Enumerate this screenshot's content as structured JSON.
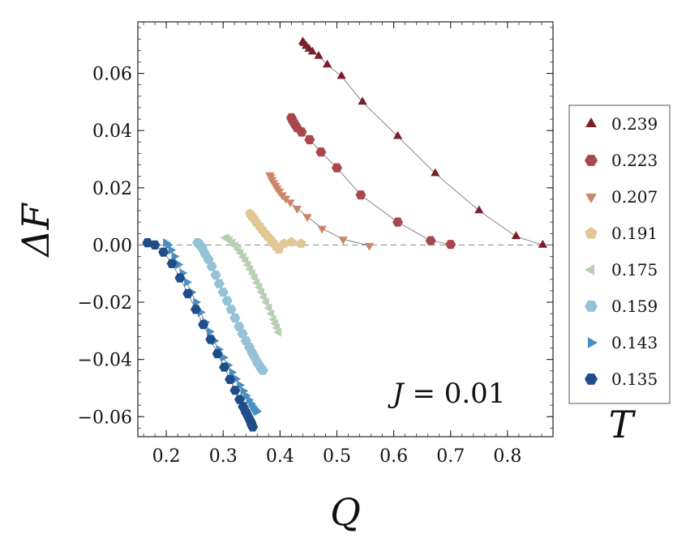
{
  "chart_data": {
    "type": "scatter",
    "title": "",
    "xlabel": "Q",
    "ylabel": "ΔF",
    "xlim": [
      0.15,
      0.88
    ],
    "ylim": [
      -0.067,
      0.078
    ],
    "xticks": [
      0.2,
      0.3,
      0.4,
      0.5,
      0.6,
      0.7,
      0.8
    ],
    "xtick_labels": [
      "0.2",
      "0.3",
      "0.4",
      "0.5",
      "0.6",
      "0.7",
      "0.8"
    ],
    "yticks": [
      -0.06,
      -0.04,
      -0.02,
      0.0,
      0.02,
      0.04,
      0.06
    ],
    "ytick_labels": [
      "−0.06",
      "−0.04",
      "−0.02",
      "0.00",
      "0.02",
      "0.04",
      "0.06"
    ],
    "reference_line": {
      "y": 0.0,
      "style": "dashed"
    },
    "annotation": {
      "symbol": "J",
      "text": " = 0.01",
      "placement": "bottom-right"
    },
    "legend": {
      "title": "T",
      "placement": "right-outside"
    },
    "series": [
      {
        "name": "0.239",
        "marker": "triangle-up",
        "color": "#7a1f2b",
        "x": [
          0.44,
          0.442,
          0.446,
          0.451,
          0.457,
          0.468,
          0.483,
          0.508,
          0.545,
          0.607,
          0.673,
          0.75,
          0.815,
          0.862
        ],
        "y": [
          0.071,
          0.0705,
          0.0695,
          0.0685,
          0.0675,
          0.066,
          0.063,
          0.059,
          0.05,
          0.038,
          0.025,
          0.012,
          0.003,
          0.0
        ]
      },
      {
        "name": "0.223",
        "marker": "hexagon",
        "color": "#a8474d",
        "x": [
          0.42,
          0.421,
          0.423,
          0.426,
          0.43,
          0.438,
          0.452,
          0.472,
          0.5,
          0.542,
          0.607,
          0.665,
          0.7
        ],
        "y": [
          0.0445,
          0.044,
          0.0432,
          0.0422,
          0.041,
          0.0395,
          0.0368,
          0.0325,
          0.027,
          0.0175,
          0.008,
          0.0015,
          0.0002
        ]
      },
      {
        "name": "0.207",
        "marker": "triangle-down",
        "color": "#cc8566",
        "x": [
          0.382,
          0.384,
          0.386,
          0.389,
          0.392,
          0.395,
          0.399,
          0.404,
          0.41,
          0.418,
          0.43,
          0.448,
          0.474,
          0.511,
          0.557
        ],
        "y": [
          0.0245,
          0.0238,
          0.0228,
          0.0218,
          0.0208,
          0.0198,
          0.0188,
          0.0175,
          0.0163,
          0.015,
          0.0128,
          0.0099,
          0.0058,
          0.002,
          -0.0002
        ]
      },
      {
        "name": "0.191",
        "marker": "pentagon",
        "color": "#e2c795",
        "x": [
          0.347,
          0.35,
          0.354,
          0.358,
          0.363,
          0.368,
          0.373,
          0.378,
          0.383,
          0.388,
          0.393,
          0.398,
          0.407,
          0.42,
          0.437
        ],
        "y": [
          0.011,
          0.0102,
          0.0092,
          0.008,
          0.0068,
          0.0055,
          0.0042,
          0.003,
          0.002,
          0.0008,
          -0.0005,
          -0.0015,
          0.0005,
          0.001,
          0.0005
        ]
      },
      {
        "name": "0.175",
        "marker": "triangle-left",
        "color": "#b9cfb4",
        "x": [
          0.304,
          0.308,
          0.312,
          0.317,
          0.322,
          0.327,
          0.331,
          0.336,
          0.34,
          0.344,
          0.348,
          0.352,
          0.356,
          0.36,
          0.364,
          0.368,
          0.372,
          0.376,
          0.381,
          0.385,
          0.389,
          0.392,
          0.395,
          0.398
        ],
        "y": [
          0.0025,
          0.0022,
          0.0016,
          0.0008,
          -0.0003,
          -0.0015,
          -0.0028,
          -0.0042,
          -0.0055,
          -0.007,
          -0.0085,
          -0.01,
          -0.0115,
          -0.0132,
          -0.0148,
          -0.0165,
          -0.0182,
          -0.02,
          -0.022,
          -0.024,
          -0.026,
          -0.0275,
          -0.029,
          -0.0305
        ]
      },
      {
        "name": "0.159",
        "marker": "hexagon",
        "color": "#95c2d6",
        "x": [
          0.255,
          0.259,
          0.263,
          0.268,
          0.274,
          0.28,
          0.287,
          0.293,
          0.3,
          0.307,
          0.314,
          0.321,
          0.328,
          0.334,
          0.34,
          0.346,
          0.351,
          0.356,
          0.36,
          0.364,
          0.367,
          0.37
        ],
        "y": [
          0.0008,
          0.0002,
          -0.001,
          -0.003,
          -0.005,
          -0.0075,
          -0.0105,
          -0.0135,
          -0.0165,
          -0.0195,
          -0.0225,
          -0.0255,
          -0.0285,
          -0.031,
          -0.0335,
          -0.0357,
          -0.0377,
          -0.0395,
          -0.041,
          -0.0422,
          -0.0432,
          -0.0438
        ]
      },
      {
        "name": "0.143",
        "marker": "triangle-right",
        "color": "#4a8fc0",
        "x": [
          0.199,
          0.203,
          0.208,
          0.214,
          0.221,
          0.228,
          0.236,
          0.244,
          0.252,
          0.26,
          0.268,
          0.276,
          0.284,
          0.292,
          0.3,
          0.308,
          0.315,
          0.322,
          0.329,
          0.335,
          0.34,
          0.345,
          0.349,
          0.352,
          0.355,
          0.357,
          0.359
        ],
        "y": [
          0.0008,
          0.0,
          -0.0018,
          -0.004,
          -0.0068,
          -0.0098,
          -0.013,
          -0.0165,
          -0.02,
          -0.0235,
          -0.027,
          -0.0303,
          -0.0335,
          -0.0365,
          -0.0393,
          -0.042,
          -0.0445,
          -0.0468,
          -0.049,
          -0.051,
          -0.0527,
          -0.0542,
          -0.0555,
          -0.0565,
          -0.0573,
          -0.0578,
          -0.0582
        ]
      },
      {
        "name": "0.135",
        "marker": "hexagon",
        "color": "#1f4d8a",
        "x": [
          0.167,
          0.18,
          0.195,
          0.21,
          0.224,
          0.238,
          0.252,
          0.265,
          0.278,
          0.29,
          0.302,
          0.312,
          0.321,
          0.329,
          0.335,
          0.34,
          0.344,
          0.347,
          0.349,
          0.35,
          0.351,
          0.352
        ],
        "y": [
          0.0008,
          0.0,
          -0.0025,
          -0.0065,
          -0.0115,
          -0.017,
          -0.0225,
          -0.0278,
          -0.033,
          -0.038,
          -0.0427,
          -0.047,
          -0.0508,
          -0.054,
          -0.0565,
          -0.0585,
          -0.06,
          -0.0612,
          -0.062,
          -0.0627,
          -0.0632,
          -0.0636
        ]
      }
    ]
  }
}
